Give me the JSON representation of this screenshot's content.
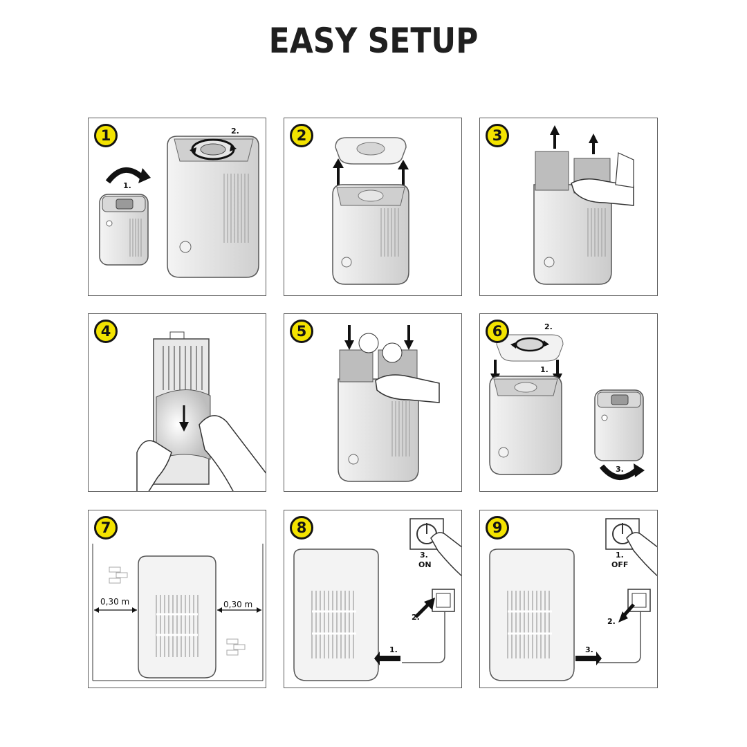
{
  "title": "EASY SETUP",
  "steps": [
    {
      "number": "1",
      "labels": {
        "first": "1.",
        "second": "2."
      }
    },
    {
      "number": "2"
    },
    {
      "number": "3"
    },
    {
      "number": "4"
    },
    {
      "number": "5"
    },
    {
      "number": "6",
      "labels": {
        "first": "1.",
        "second": "2.",
        "third": "3."
      }
    },
    {
      "number": "7",
      "labels": {
        "left_distance": "0,30 m",
        "right_distance": "0,30 m"
      }
    },
    {
      "number": "8",
      "labels": {
        "first": "1.",
        "second": "2.",
        "third": "3.",
        "state": "ON"
      }
    },
    {
      "number": "9",
      "labels": {
        "first": "1.",
        "state": "OFF",
        "second": "2.",
        "third": "3."
      }
    }
  ],
  "colors": {
    "badge": "#f3e300",
    "ink": "#141414",
    "frame": "#5a5a5a"
  }
}
